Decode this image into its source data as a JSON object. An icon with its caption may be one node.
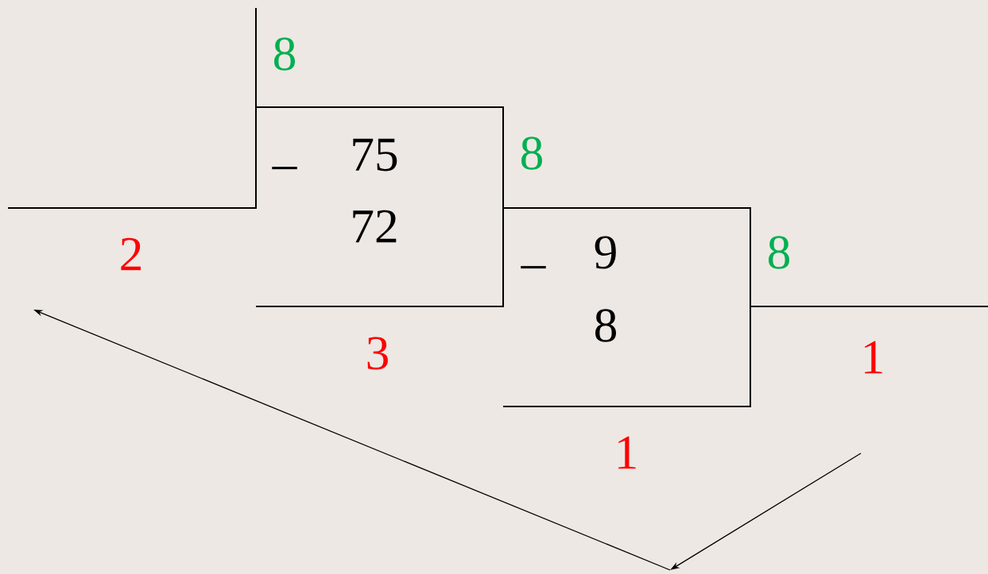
{
  "diagram": {
    "labels": [
      "8",
      "8",
      "75",
      "–",
      "72",
      "2",
      "8",
      "9",
      "–",
      "8",
      "3",
      "1",
      "1"
    ]
  }
}
